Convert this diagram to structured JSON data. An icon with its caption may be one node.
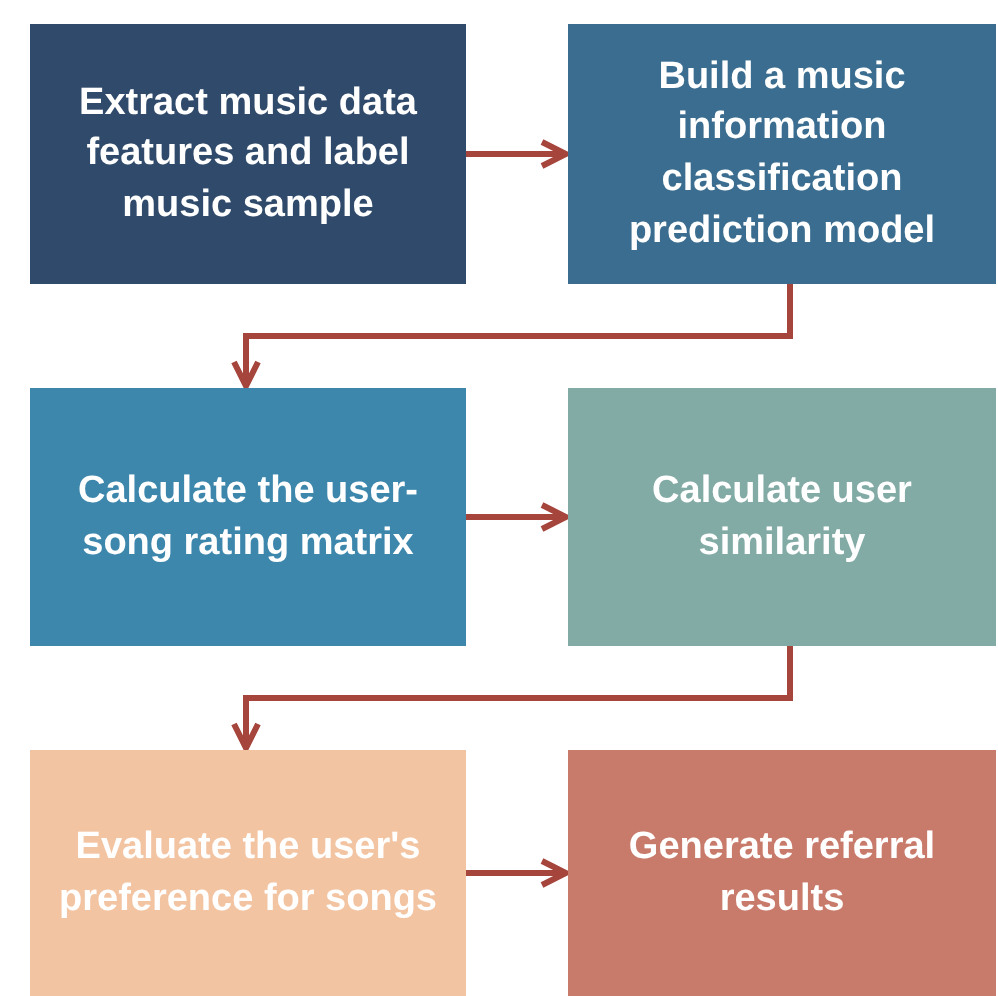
{
  "diagram": {
    "nodes": [
      {
        "text": [
          "Extract music data features and label music sample"
        ]
      },
      {
        "text": [
          "Build a music information classification prediction model"
        ]
      },
      {
        "text": [
          "Calculate the user-song rating matrix"
        ]
      },
      {
        "text": [
          "Calculate user similarity"
        ]
      },
      {
        "text": [
          "Evaluate the user's preference for songs"
        ]
      },
      {
        "text": [
          "Generate referral results"
        ]
      }
    ],
    "edges": [
      {
        "from": 0,
        "to": 1,
        "arrow": "to"
      },
      {
        "from": 1,
        "to": 2,
        "arrow": "to"
      },
      {
        "from": 2,
        "to": 3,
        "arrow": "to"
      },
      {
        "from": 3,
        "to": 4,
        "arrow": "to"
      },
      {
        "from": 4,
        "to": 5,
        "arrow": "to"
      }
    ]
  }
}
